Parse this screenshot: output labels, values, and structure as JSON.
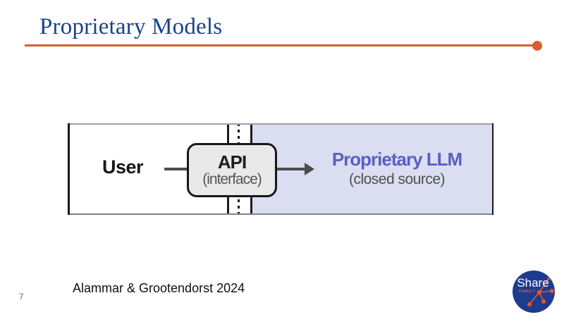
{
  "slide": {
    "title": "Proprietary Models",
    "page_number": "7",
    "citation": "Alammar & Grootendorst 2024"
  },
  "diagram": {
    "user_label": "User",
    "api_title": "API",
    "api_subtitle": "(interface)",
    "llm_title": "Proprietary LLM",
    "llm_subtitle": "(closed source)"
  },
  "logo": {
    "brand": "Share",
    "sub_brand": "FAMILY"
  },
  "colors": {
    "title_blue": "#1B4289",
    "accent_orange": "#D95F30",
    "llm_purple": "#5A5FC0",
    "panel_lavender": "#DBDEF1",
    "arrow_gray": "#4D4D4D",
    "logo_navy": "#1D3B8F",
    "logo_orange": "#E8571F"
  }
}
